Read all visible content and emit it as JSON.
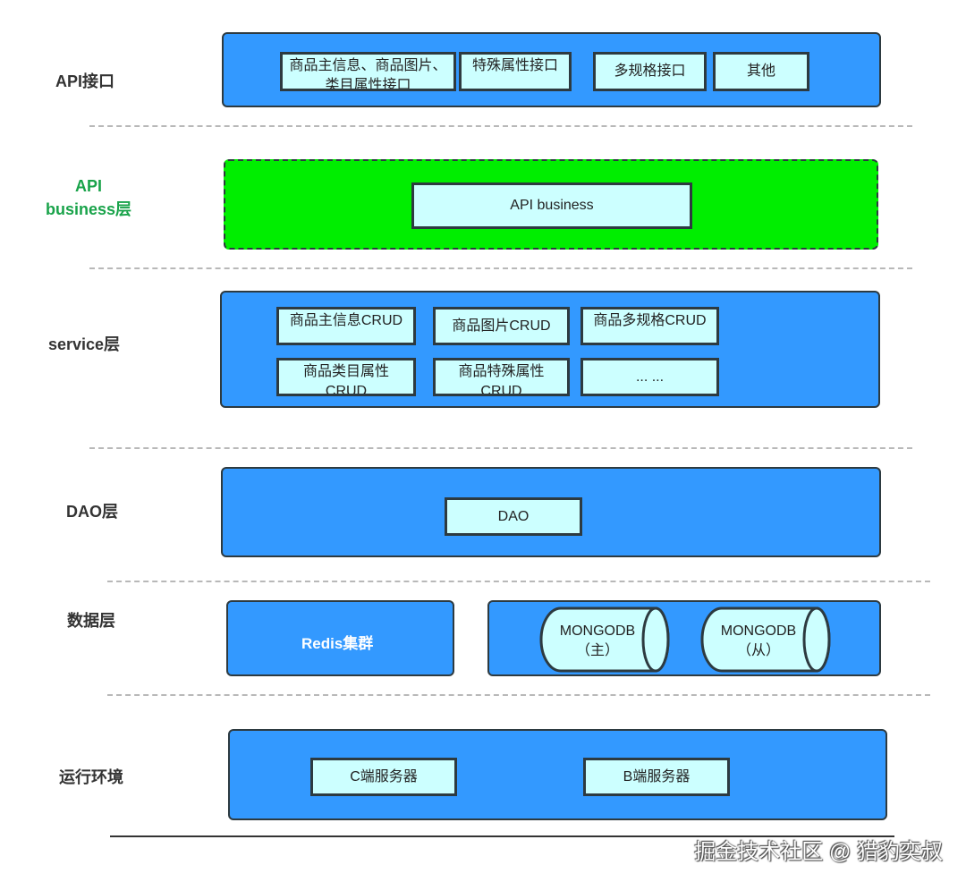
{
  "layers": [
    {
      "label": "API接口",
      "boxes": [
        "商品主信息、商品图片、类目属性接口",
        "特殊属性接口",
        "多规格接口",
        "其他"
      ]
    },
    {
      "label_line1": "API",
      "label_line2": "business层",
      "boxes": [
        "API business"
      ]
    },
    {
      "label": "service层",
      "boxes": [
        "商品主信息CRUD",
        "商品图片CRUD",
        "商品多规格CRUD",
        "商品类目属性CRUD",
        "商品特殊属性CRUD",
        "... ..."
      ]
    },
    {
      "label": "DAO层",
      "boxes": [
        "DAO"
      ]
    },
    {
      "label": "数据层",
      "redis": "Redis集群",
      "mongo": [
        {
          "name": "MONGODB",
          "role": "（主）"
        },
        {
          "name": "MONGODB",
          "role": "（从）"
        }
      ]
    },
    {
      "label": "运行环境",
      "boxes": [
        "C端服务器",
        "B端服务器"
      ]
    }
  ],
  "colors": {
    "panel": "#3399ff",
    "highlight": "#00ee00",
    "box": "#ccffff",
    "label_green": "#19a34a"
  },
  "watermark": "掘金技术社区 @ 猎豹奕叔"
}
